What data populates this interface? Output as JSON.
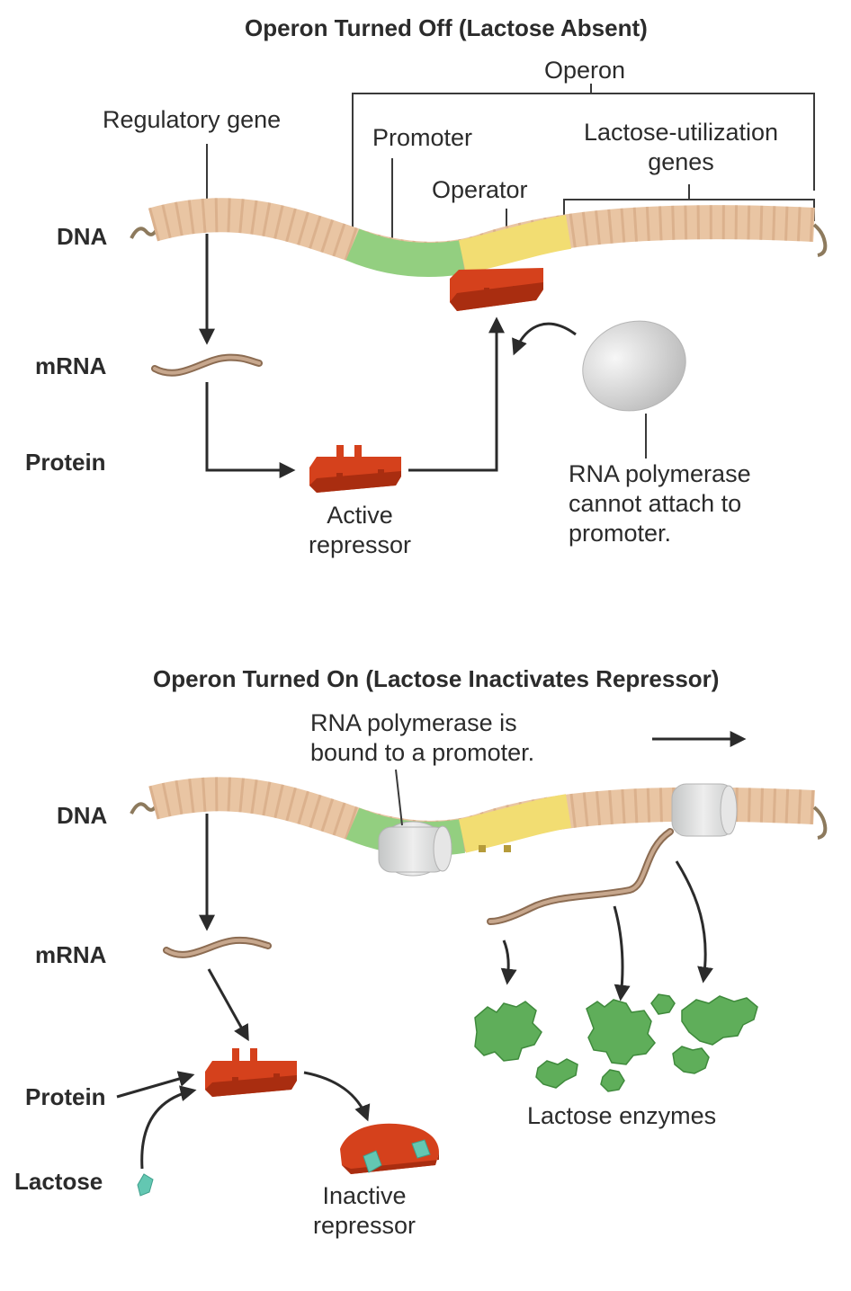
{
  "colors": {
    "dna": "#e9c5a3",
    "dna_strand": "#c99a74",
    "promoter": "#93cf80",
    "operator": "#f2dd72",
    "repressor": "#d5411c",
    "repressor_shade": "#a92d10",
    "mrna": "#b79478",
    "polymerase": "#d8d9d9",
    "enzyme": "#5fae5a",
    "lactose": "#63c7b2",
    "arrow": "#2b2b2b"
  },
  "panel_off": {
    "title": "Operon Turned Off (Lactose Absent)",
    "operon": "Operon",
    "regulatory_gene": "Regulatory gene",
    "promoter": "Promoter",
    "operator": "Operator",
    "lactose_genes": "Lactose-utilization\ngenes",
    "dna": "DNA",
    "mrna": "mRNA",
    "protein": "Protein",
    "active_repressor": "Active\nrepressor",
    "polymerase_note": "RNA polymerase\ncannot attach to\npromoter."
  },
  "panel_on": {
    "title": "Operon Turned On (Lactose Inactivates Repressor)",
    "polymerase_bound": "RNA polymerase is\nbound to a promoter.",
    "dna": "DNA",
    "mrna": "mRNA",
    "protein": "Protein",
    "lactose": "Lactose",
    "inactive_repressor": "Inactive\nrepressor",
    "lactose_enzymes": "Lactose enzymes"
  }
}
